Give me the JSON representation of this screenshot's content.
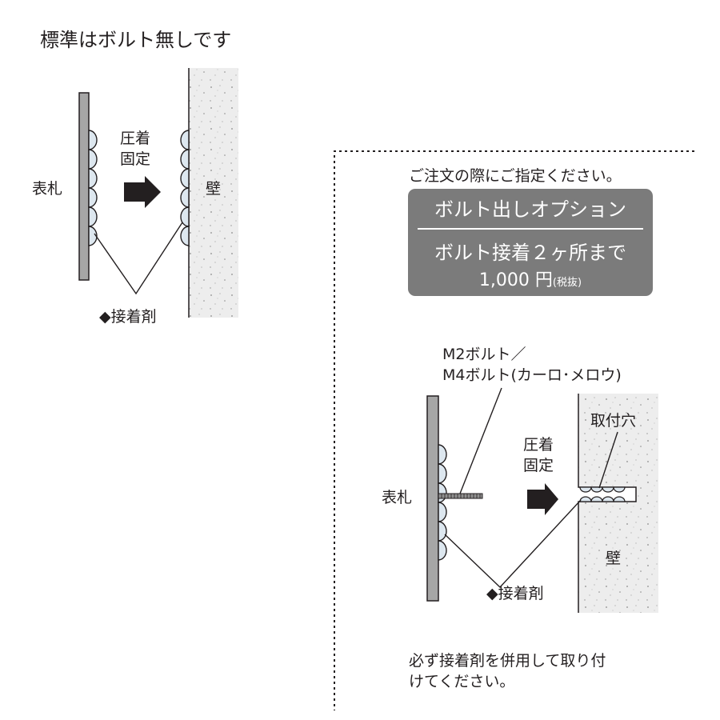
{
  "standard_section": {
    "title": "標準はボルト無しです",
    "plate_label": "表札",
    "press_label": "圧着\n固定",
    "wall_label": "壁",
    "adhesive_label": "◆接着剤"
  },
  "option_section": {
    "instruction": "ご注文の際にご指定ください。",
    "option_box": {
      "heading": "ボルト出しオプション",
      "detail": "ボルト接着２ヶ所まで",
      "price": "1,000 円",
      "tax_note": "(税抜)"
    },
    "bolt_label": "M2ボルト／\nM4ボルト(カーロ･メロウ)",
    "mount_hole_label": "取付穴",
    "press_label": "圧着\n固定",
    "plate_label": "表札",
    "wall_label": "壁",
    "adhesive_label": "◆接着剤",
    "footer_note": "必ず接着剤を併用して取り付\nけてください。"
  },
  "colors": {
    "plate_fill": "#a6a6a6",
    "wall_fill": "#ededed",
    "adhesive_fill": "#dde7ef",
    "option_box_bg": "#7b7b7b",
    "ink": "#231f20"
  }
}
